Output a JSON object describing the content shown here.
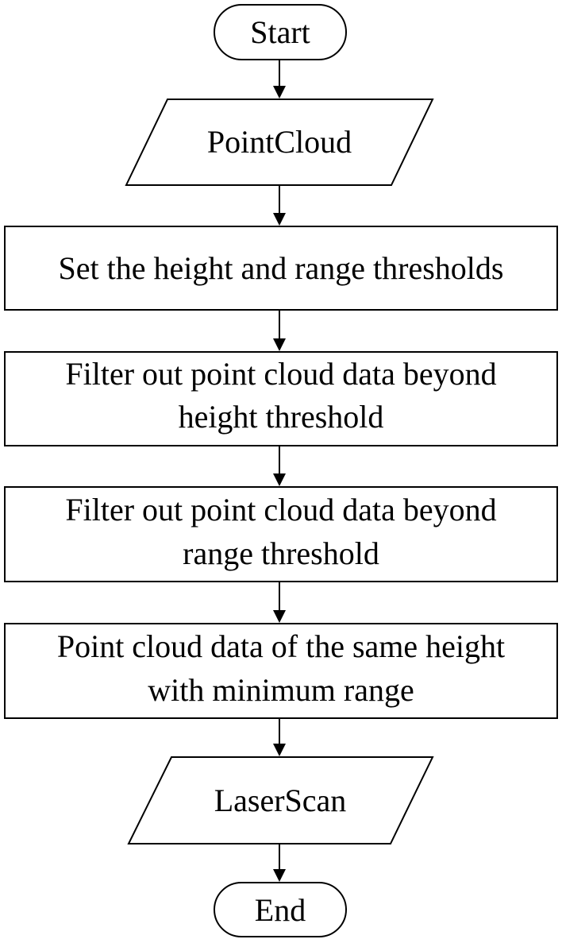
{
  "flowchart": {
    "start": {
      "label": "Start"
    },
    "input": {
      "label": "PointCloud"
    },
    "steps": [
      {
        "lines": [
          "Set the height and range thresholds"
        ]
      },
      {
        "lines": [
          "Filter out point cloud data beyond",
          "height threshold"
        ]
      },
      {
        "lines": [
          "Filter out point cloud data beyond",
          "range threshold"
        ]
      },
      {
        "lines": [
          "Point cloud data of the same height",
          "with minimum range"
        ]
      }
    ],
    "output": {
      "label": "LaserScan"
    },
    "end": {
      "label": "End"
    }
  }
}
